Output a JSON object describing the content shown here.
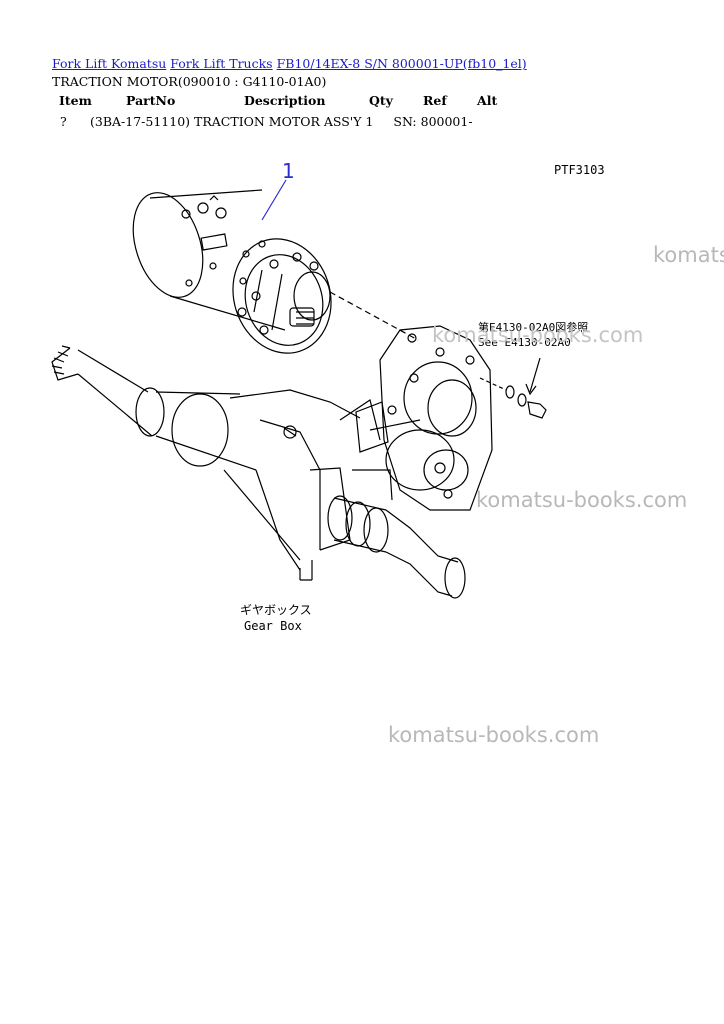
{
  "breadcrumb": {
    "link1": "Fork Lift Komatsu",
    "link2": "Fork Lift Trucks",
    "link3": "FB10/14EX-8 S/N 800001-UP(fb10_1el)"
  },
  "subtitle": "TRACTION MOTOR(090010 : G4110-01A0)",
  "table": {
    "headers": {
      "item": "Item",
      "partno": "PartNo",
      "description": "Description",
      "qty": "Qty",
      "ref": "Ref",
      "alt": "Alt"
    },
    "rows": [
      {
        "item": "?",
        "partno": "(3BA-17-51110)",
        "description": "TRACTION MOTOR ASS'Y",
        "qty": "1",
        "ref": "SN: 800001-",
        "alt": ""
      }
    ]
  },
  "diagram": {
    "ref_number": "1",
    "drawing_code": "PTF3103",
    "see_note_ja": "第E4130-02A0図参照",
    "see_note_en": "See E4130-02A0",
    "gearbox_ja": "ギヤボックス",
    "gearbox_en": "Gear Box",
    "colors": {
      "line": "#000000",
      "ref_number": "#2c2cd0"
    }
  },
  "watermarks": [
    "komatsu-books.com",
    "komatsu-books.com",
    "komatsu-books.com",
    "komatsu-books.com"
  ],
  "colors": {
    "link": "#1a1ac8",
    "watermark": "#b8b8b8"
  }
}
